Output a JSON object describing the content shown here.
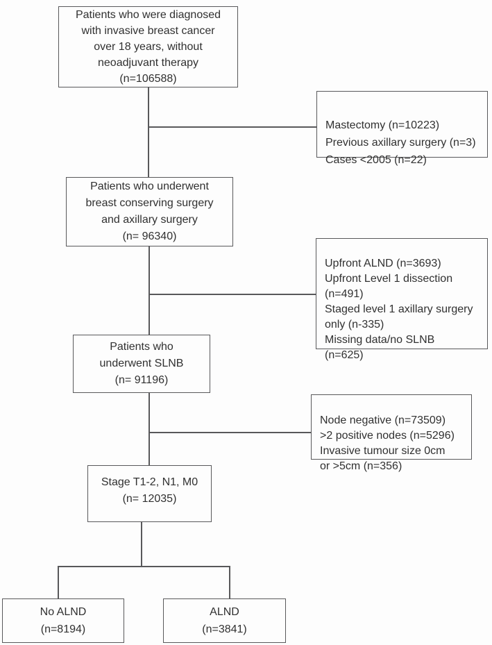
{
  "diagram": {
    "type": "patient-flow-flowchart",
    "nodes": {
      "diagnosed": {
        "text": "Patients who were diagnosed\nwith invasive breast cancer\nover 18 years, without\nneoadjuvant therapy\n(n=106588)",
        "n": 106588
      },
      "bcs_axillary": {
        "text": "Patients who underwent\nbreast conserving surgery\nand axillary surgery\n(n= 96340)",
        "n": 96340
      },
      "slnb": {
        "text": "Patients who\nunderwent SLNB\n(n= 91196)",
        "n": 91196
      },
      "stage": {
        "text": "Stage T1-2, N1, M0\n(n= 12035)",
        "n": 12035
      },
      "no_alnd": {
        "text": "No ALND\n(n=8194)",
        "n": 8194
      },
      "alnd": {
        "text": "ALND\n(n=3841)",
        "n": 3841
      }
    },
    "exclusions": {
      "first": {
        "text": "Mastectomy (n=10223)\nPrevious axillary surgery (n=3)\nCases <2005 (n=22)"
      },
      "second": {
        "text": "Upfront ALND (n=3693)\nUpfront Level 1 dissection\n(n=491)\nStaged level 1 axillary surgery\nonly (n-335)\nMissing data/no SLNB\n(n=625)"
      },
      "third": {
        "text": "Node negative (n=73509)\n>2 positive nodes (n=5296)\nInvasive tumour size 0cm\nor >5cm (n=356)"
      }
    },
    "colors": {
      "background": "#fdfdfd",
      "border": "#58585a",
      "connector": "#58585a",
      "text": "#303030"
    }
  }
}
